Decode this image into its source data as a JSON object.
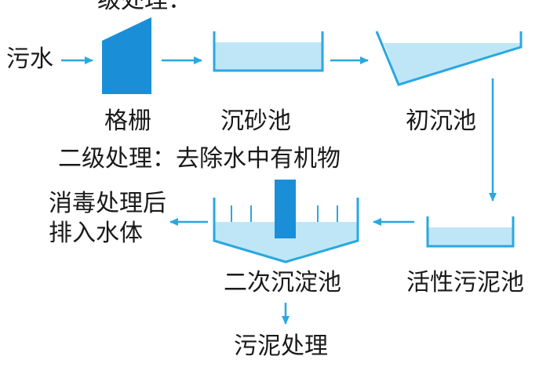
{
  "colors": {
    "line": "#29a8e0",
    "fill": "#bfe6f6",
    "screen": "#1a8fd8",
    "text": "#1a1a1a"
  },
  "stage_top": "级处理：",
  "input": "污水",
  "units": {
    "screen": "格栅",
    "grit_chamber": "沉砂池",
    "primary_clarifier": "初沉池",
    "activated_sludge_tank": "活性污泥池",
    "secondary_clarifier": "二次沉淀池",
    "sludge_treatment": "污泥处理"
  },
  "stage_secondary": "二级处理：去除水中有机物",
  "output": "消毒处理后\n排入水体"
}
